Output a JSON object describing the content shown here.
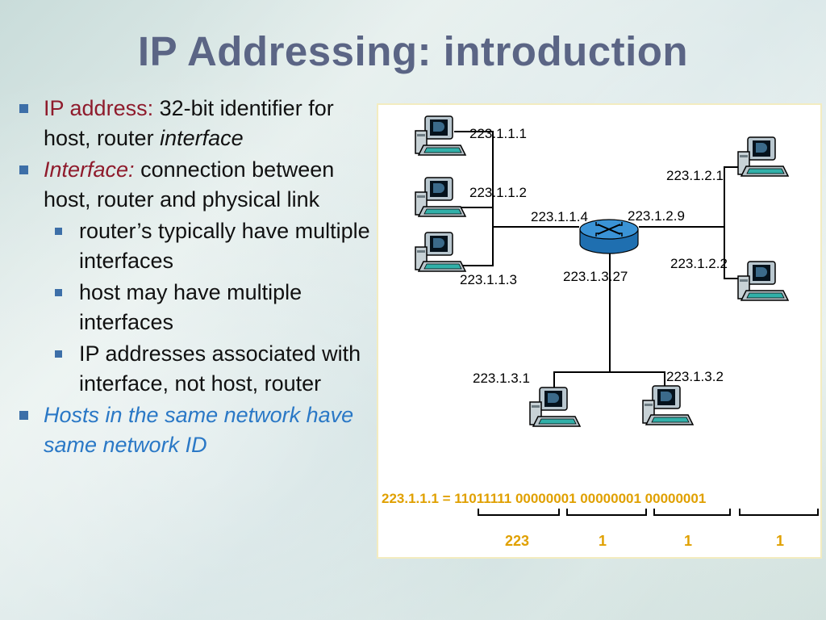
{
  "slide": {
    "title": "IP Addressing: introduction",
    "bullets": {
      "b1_label": "IP address:",
      "b1_text": " 32-bit identifier for host, router ",
      "b1_ital": "interface",
      "b2_label": "Interface:",
      "b2_text": " connection between host, router and physical link",
      "sub1": "router’s typically have multiple interfaces",
      "sub2": "host may have multiple interfaces",
      "sub3": "IP addresses associated with interface, not host, router",
      "b3": "Hosts in the same network have same network ID"
    }
  },
  "diagram": {
    "labels": {
      "h1": "223.1.1.1",
      "h2": "223.1.1.2",
      "h3": "223.1.1.3",
      "r1": "223.1.1.4",
      "r2": "223.1.2.9",
      "r3": "223.1.3.27",
      "h4": "223.1.2.1",
      "h5": "223.1.2.2",
      "h6": "223.1.3.1",
      "h7": "223.1.3.2"
    },
    "binary": "223.1.1.1 = 11011111 00000001 00000001 00000001",
    "octets": [
      "223",
      "1",
      "1",
      "1"
    ]
  },
  "colors": {
    "title": "#5b6585",
    "accent_red": "#8f1b2c",
    "accent_blue": "#2a78c6",
    "binary": "#e0a000",
    "bullet": "#3d6fa8",
    "router": "#2c7fc4"
  }
}
